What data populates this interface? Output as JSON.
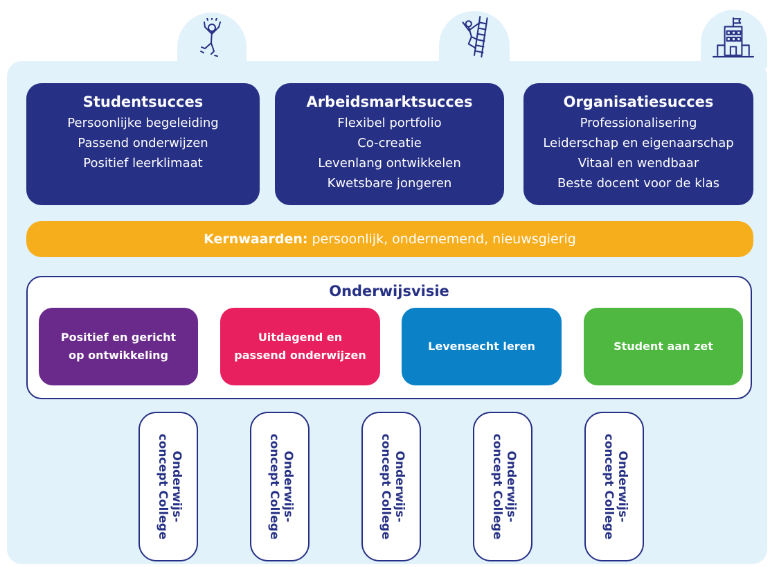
{
  "pillars": [
    {
      "title": "Studentsucces",
      "items": [
        "Persoonlijke begeleiding",
        "Passend onderwijzen",
        "Positief leerklimaat"
      ]
    },
    {
      "title": "Arbeidsmarktsucces",
      "items": [
        "Flexibel portfolio",
        "Co-creatie",
        "Levenlang ontwikkelen",
        "Kwetsbare jongeren"
      ]
    },
    {
      "title": "Organisatiesucces",
      "items": [
        "Professionalisering",
        "Leiderschap en eigenaarschap",
        "Vitaal en wendbaar",
        "Beste docent voor de klas"
      ]
    }
  ],
  "kernwaarden": {
    "label": "Kernwaarden:",
    "values": "persoonlijk, ondernemend, nieuwsgierig"
  },
  "onderwijsvisie": {
    "title": "Onderwijsvisie",
    "cards": [
      {
        "line1": "Positief en gericht",
        "line2": "op ontwikkeling",
        "color": "#6a2a8b"
      },
      {
        "line1": "Uitdagend en",
        "line2": "passend onderwijzen",
        "color": "#e8205f"
      },
      {
        "line1": "Levensecht leren",
        "line2": "",
        "color": "#0b82c8"
      },
      {
        "line1": "Student aan zet",
        "line2": "",
        "color": "#4fb840"
      }
    ]
  },
  "colleges": [
    {
      "line1": "Onderwijs-",
      "line2": "concept College"
    },
    {
      "line1": "Onderwijs-",
      "line2": "concept College"
    },
    {
      "line1": "Onderwijs-",
      "line2": "concept College"
    },
    {
      "line1": "Onderwijs-",
      "line2": "concept College"
    },
    {
      "line1": "Onderwijs-",
      "line2": "concept College"
    }
  ],
  "icons": [
    "jumping-person-icon",
    "climbing-ladder-icon",
    "school-building-icon"
  ],
  "colors": {
    "navy": "#263084",
    "panel": "#e2f2fb",
    "kernwaarden": "#f7ae1c"
  }
}
